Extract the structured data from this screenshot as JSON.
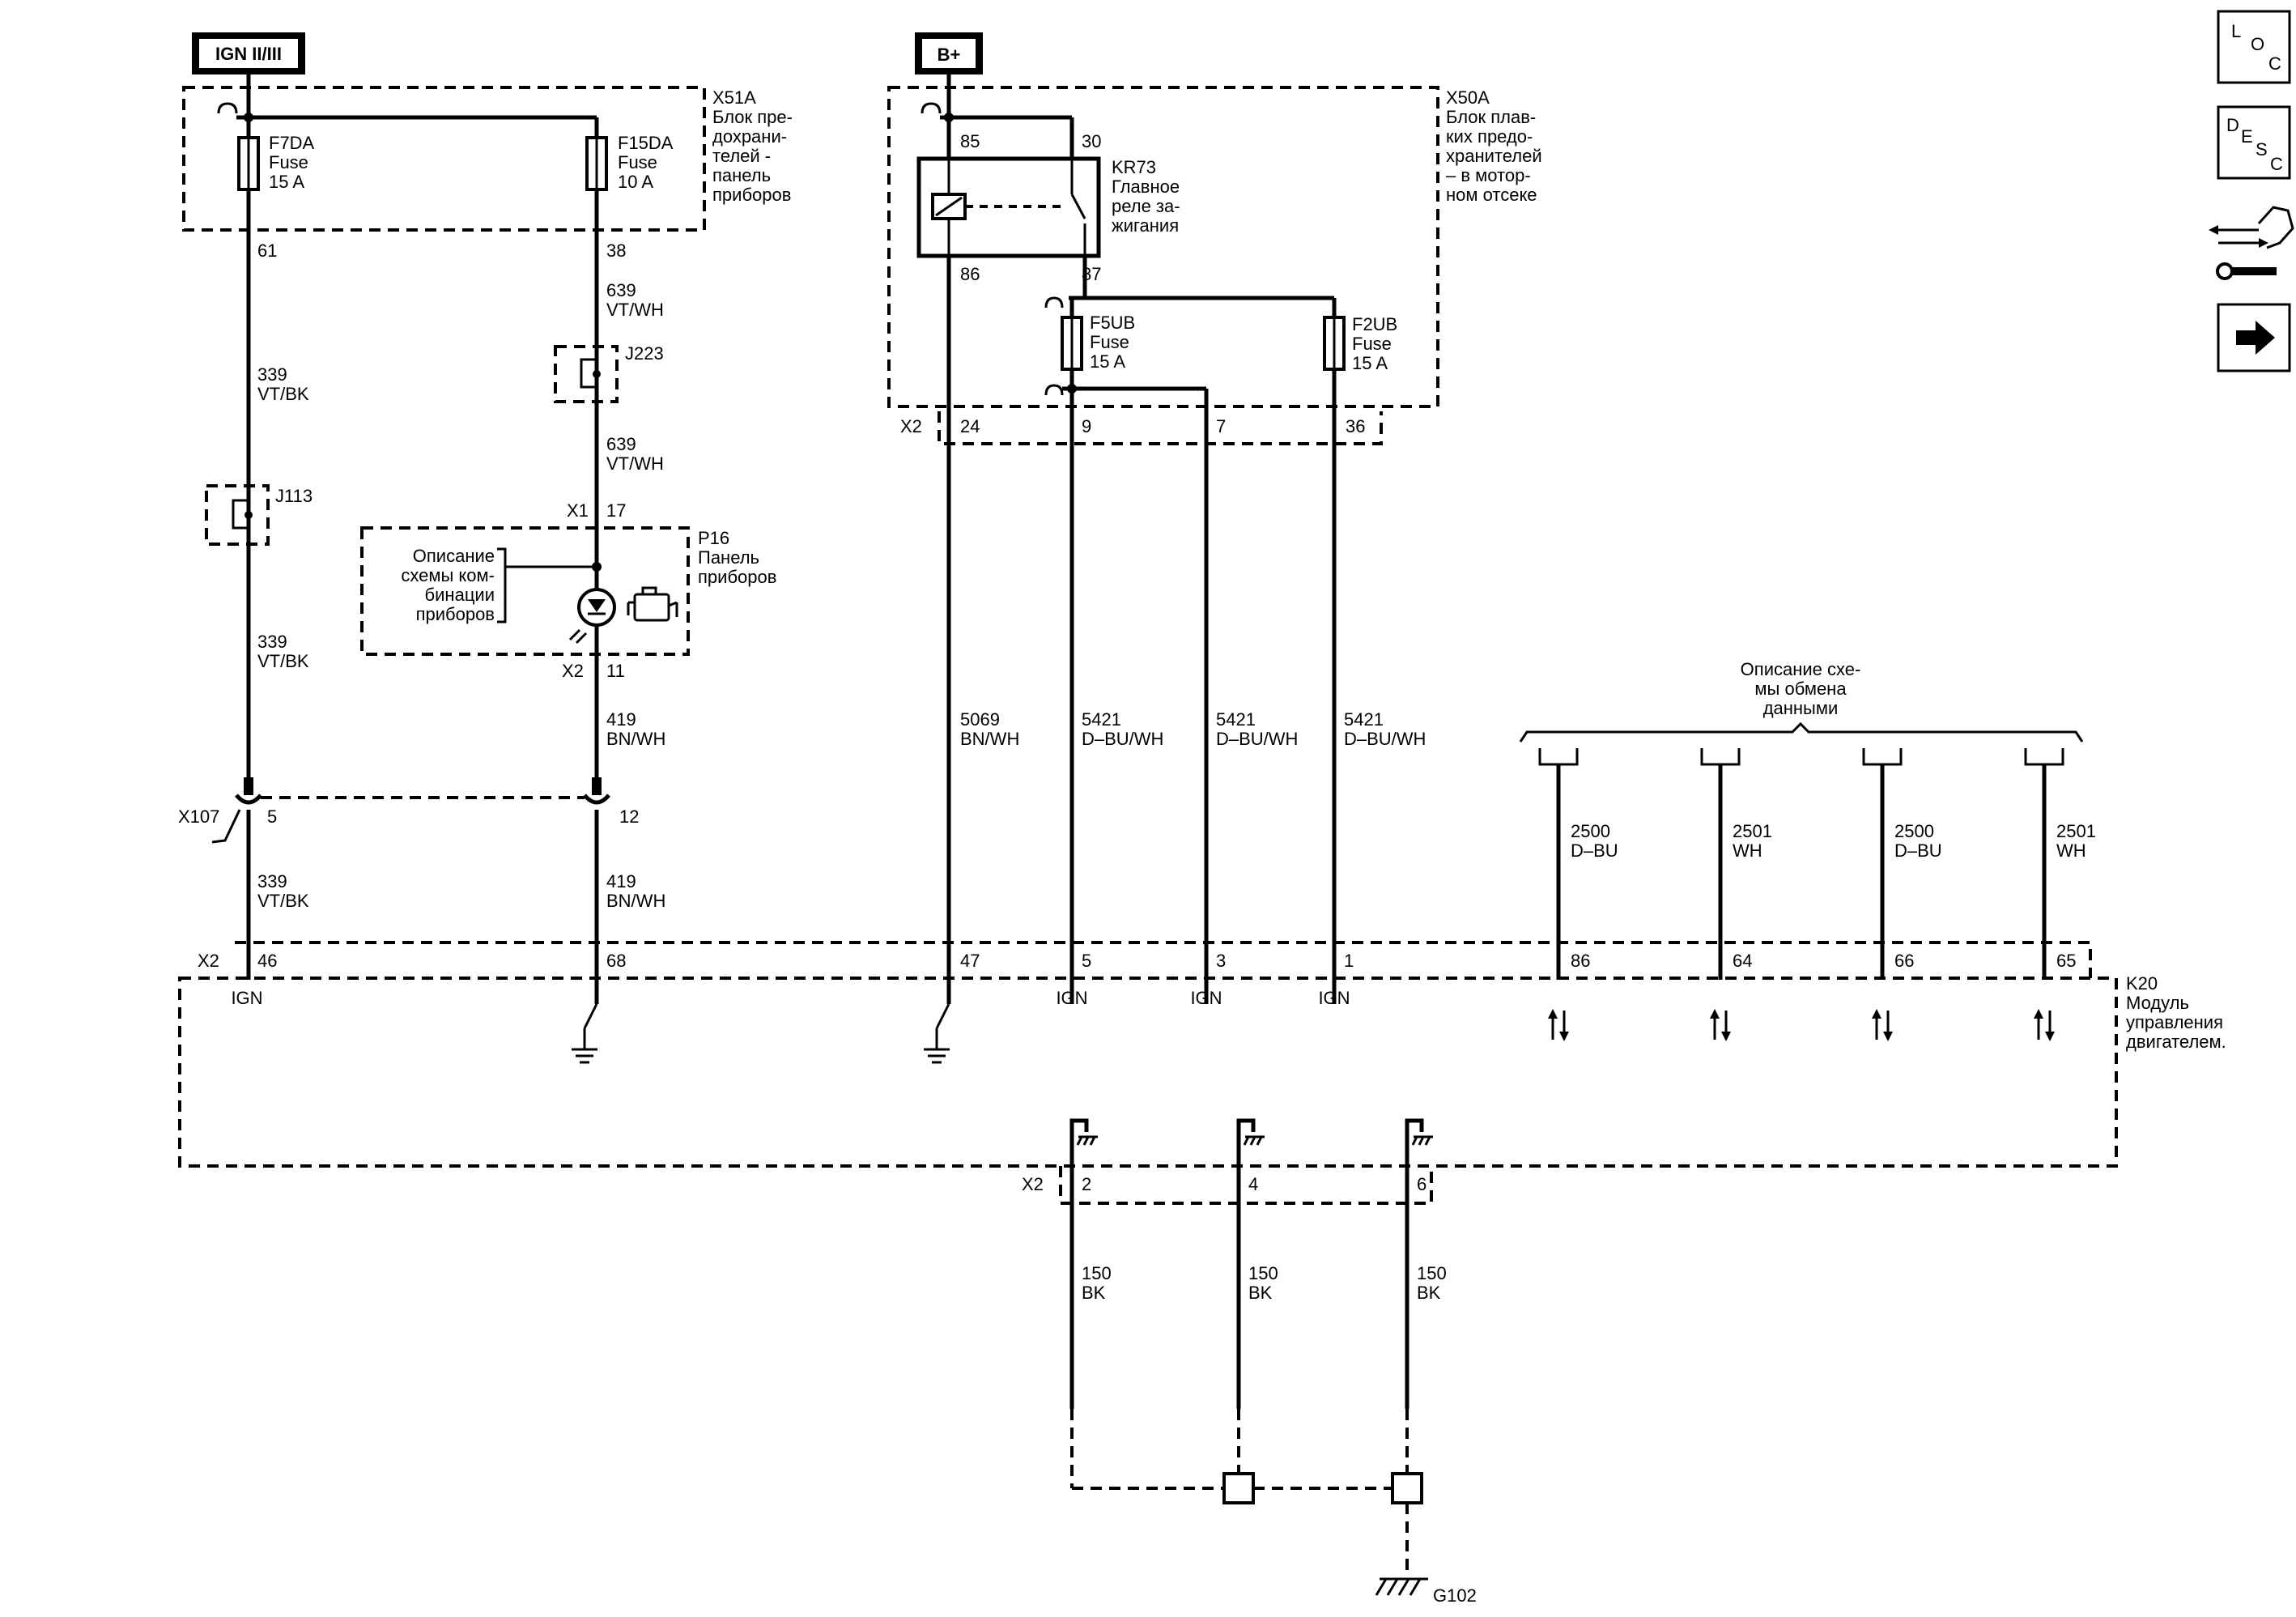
{
  "sources": {
    "ign": "IGN II/III",
    "bplus": "B+"
  },
  "x51a": {
    "id": "X51A",
    "desc": [
      "Блок пре-",
      "дохрани-",
      "телей -",
      "панель",
      "приборов"
    ],
    "f7da": [
      "F7DA",
      "Fuse",
      "15 A"
    ],
    "f15da": [
      "F15DA",
      "Fuse",
      "10 A"
    ]
  },
  "x50a": {
    "id": "X50A",
    "desc": [
      "Блок плав-",
      "ких предо-",
      "хранителей",
      "– в мотор-",
      "ном отсеке"
    ],
    "kr73": [
      "KR73",
      "Главное",
      "реле за-",
      "жигания"
    ],
    "f5ub": [
      "F5UB",
      "Fuse",
      "15 A"
    ],
    "f2ub": [
      "F2UB",
      "Fuse",
      "15 A"
    ]
  },
  "relay_pins": {
    "p85": "85",
    "p30": "30",
    "p86": "86",
    "p87": "87"
  },
  "pins": {
    "p61": "61",
    "p38": "38",
    "p17": "17",
    "p11": "11",
    "p5": "5",
    "p12": "12",
    "p24": "24",
    "p9": "9",
    "p7": "7",
    "p36": "36",
    "k46": "46",
    "k68": "68",
    "k47": "47",
    "k5": "5",
    "k3": "3",
    "k1": "1",
    "k86": "86",
    "k64": "64",
    "k66": "66",
    "k65": "65",
    "g2": "2",
    "g4": "4",
    "g6": "6"
  },
  "connectors": {
    "x2": "X2",
    "x1": "X1",
    "x107": "X107",
    "j223": "J223",
    "j113": "J113"
  },
  "wires": {
    "w339": [
      "339",
      "VT/BK"
    ],
    "w639": [
      "639",
      "VT/WH"
    ],
    "w419": [
      "419",
      "BN/WH"
    ],
    "w5069": [
      "5069",
      "BN/WH"
    ],
    "w5421": [
      "5421",
      "D–BU/WH"
    ],
    "w2500": [
      "2500",
      "D–BU"
    ],
    "w2501": [
      "2501",
      "WH"
    ],
    "w150": [
      "150",
      "BK"
    ]
  },
  "p16": {
    "id": "P16",
    "name": [
      "Панель",
      "приборов"
    ]
  },
  "cluster_ref": [
    "Описание",
    "схемы ком-",
    "бинации",
    "приборов"
  ],
  "data_ref": [
    "Описание схе-",
    "мы обмена",
    "данными"
  ],
  "k20": {
    "id": "K20",
    "name": [
      "Модуль",
      "управления",
      "двигателем."
    ]
  },
  "ign_label": "IGN",
  "ground": "G102",
  "nav": {
    "loc": [
      "L",
      "O",
      "C"
    ],
    "desc": [
      "D",
      "E",
      "S",
      "C"
    ]
  }
}
